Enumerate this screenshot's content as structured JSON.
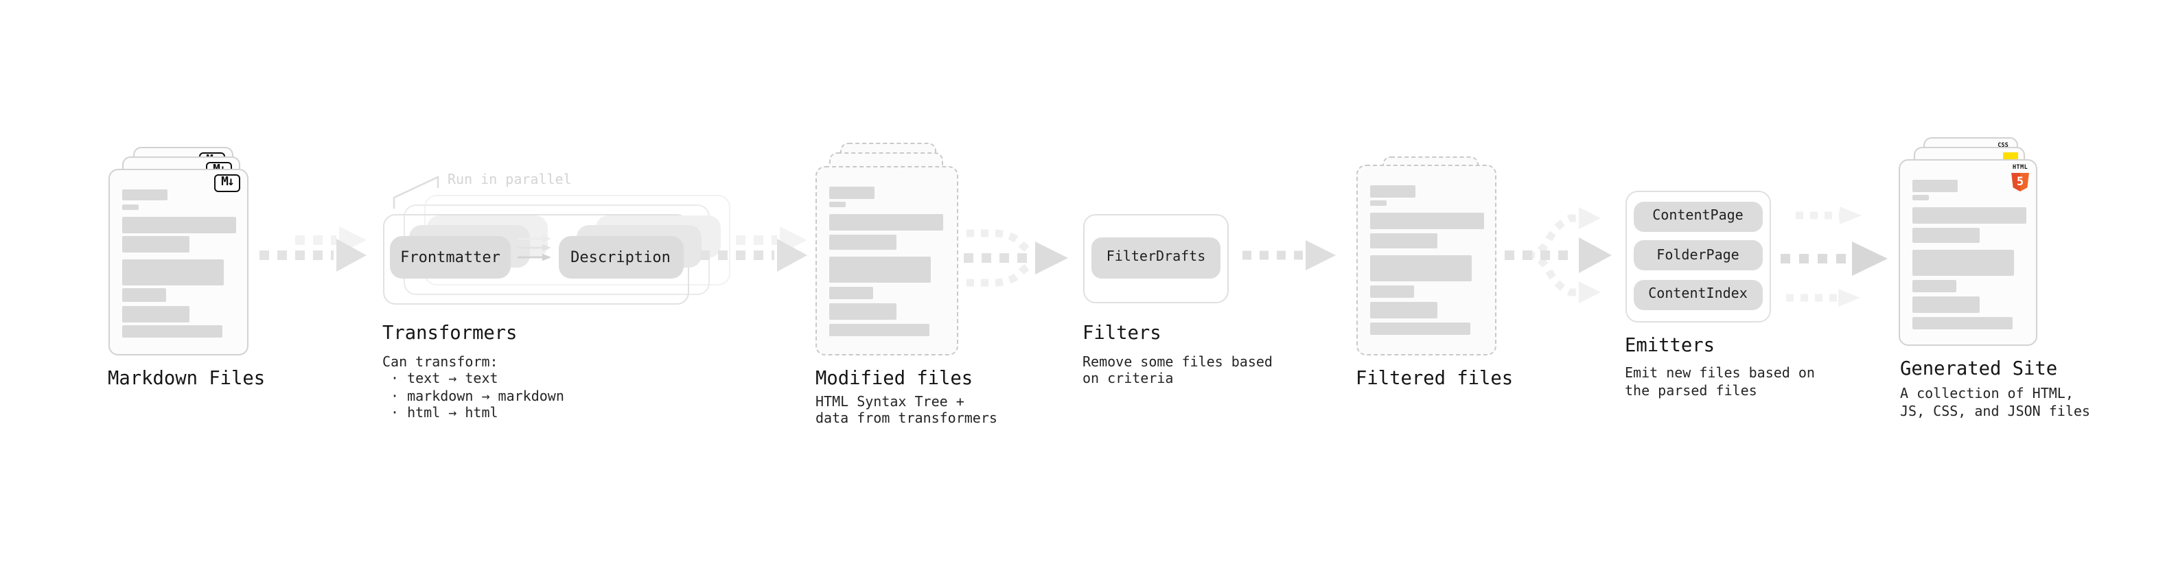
{
  "markdown": {
    "label": "Markdown Files",
    "badge": "M↓"
  },
  "transformers": {
    "label": "Transformers",
    "note": "Run in parallel",
    "pill_a": "Frontmatter",
    "pill_b": "Description",
    "desc_title": "Can transform:",
    "bullets": [
      "· text → text",
      "· markdown → markdown",
      "· html → html"
    ]
  },
  "modified": {
    "label": "Modified files",
    "desc": "HTML Syntax Tree +\ndata from transformers"
  },
  "filters": {
    "label": "Filters",
    "pill": "FilterDrafts",
    "desc": "Remove some files based\non criteria"
  },
  "filtered": {
    "label": "Filtered files"
  },
  "emitters": {
    "label": "Emitters",
    "pills": [
      "ContentPage",
      "FolderPage",
      "ContentIndex"
    ],
    "desc": "Emit new files based on\nthe parsed files"
  },
  "generated": {
    "label": "Generated Site",
    "desc": "A collection of HTML,\nJS, CSS, and JSON files",
    "html_badge_text": "HTML",
    "html_badge_number": "5",
    "css_badge_text": "CSS"
  },
  "colors": {
    "html5_orange": "#E44D26",
    "js_yellow": "#FFDF00",
    "css_blue": "#2965F1",
    "skeleton_bar": "#D9D9D9",
    "pill_fill": "#DCDCDC"
  }
}
